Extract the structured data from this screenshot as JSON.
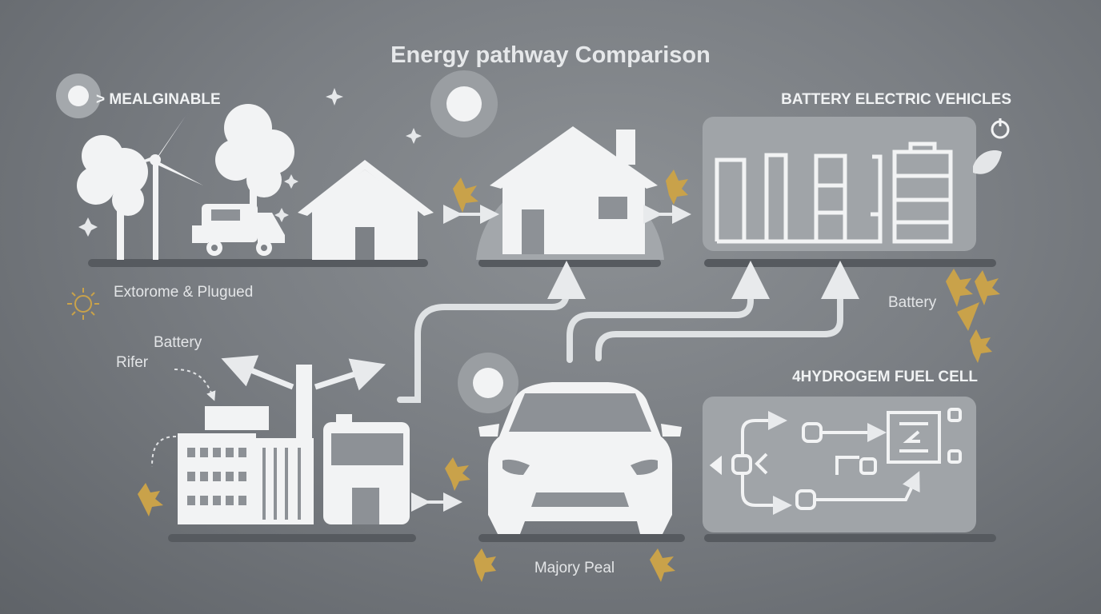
{
  "title": "Energy pathway Comparison",
  "labels": {
    "top_left": "> MEALGINABLE",
    "top_right": "BATTERY ELECTRIC VEHICLES",
    "caption_left": "Extorome & Plugued",
    "battery_right": "Battery",
    "battery_left": "Battery",
    "rifer": "Rifer",
    "hydrogen": "4HYDROGEM FUEL CELL",
    "caption_bottom": "Majory  Peal"
  },
  "colors": {
    "background": "#7a7e83",
    "icon": "#f2f3f4",
    "panel": "#9a9ea2",
    "accent_leaf": "#c9a24a",
    "rail": "#55595e"
  },
  "icons": [
    "sun-icon",
    "tree-icon",
    "wind-turbine-icon",
    "truck-icon",
    "house-icon",
    "battery-icon",
    "factory-icon",
    "car-icon",
    "leaf-icon",
    "flow-diagram-icon",
    "power-icon"
  ]
}
